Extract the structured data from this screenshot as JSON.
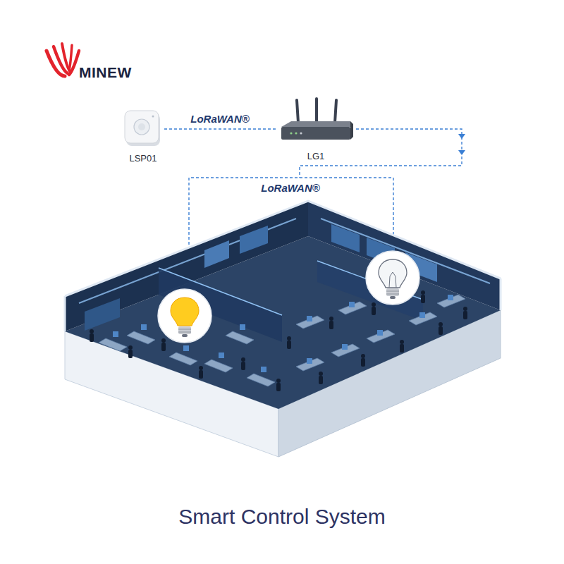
{
  "diagram": {
    "caption": "Smart Control System",
    "nodes": [
      {
        "text": [
          "LSP01"
        ]
      },
      {
        "text": [
          "LG1"
        ]
      }
    ],
    "edges": [
      {
        "from": 0,
        "to": 1,
        "arrow": "none",
        "label": "LoRaWAN®"
      }
    ],
    "labels": [
      "MINEW",
      "LoRaWAN®"
    ]
  }
}
